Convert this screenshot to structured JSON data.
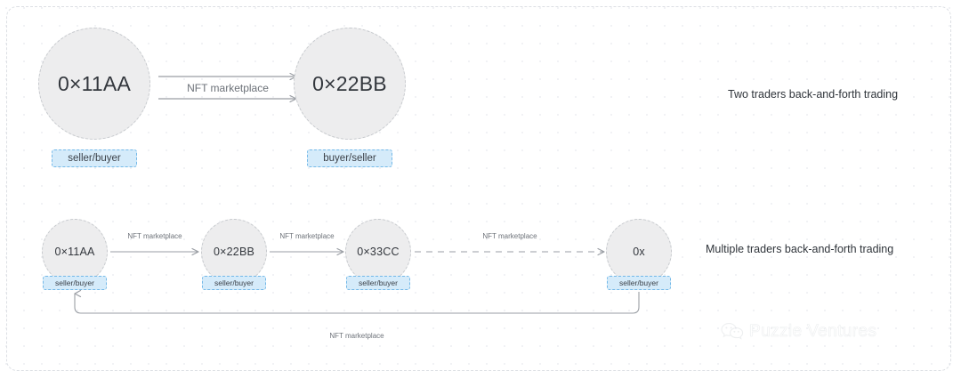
{
  "diagram": {
    "title_top": "Two traders back-and-forth trading",
    "title_bottom": "Multiple traders back-and-forth trading",
    "edge_label": "NFT marketplace",
    "colors": {
      "node_fill": "#ededee",
      "node_border": "#c6c9cd",
      "pill_fill": "#d5ebfa",
      "pill_border": "#74b9e8",
      "edge": "#9a9ea4",
      "frame": "#dcdfe4",
      "text": "#33373d"
    },
    "top_row": {
      "nodes": [
        {
          "label": "0×11AA",
          "role": "seller/buyer"
        },
        {
          "label": "0×22BB",
          "role": "buyer/seller"
        }
      ],
      "edges": [
        {
          "label": "NFT marketplace",
          "direction": "right",
          "style": "solid"
        },
        {
          "label": "",
          "direction": "left",
          "style": "solid"
        }
      ]
    },
    "bottom_row": {
      "nodes": [
        {
          "label": "0×11AA",
          "role": "seller/buyer"
        },
        {
          "label": "0×22BB",
          "role": "seller/buyer"
        },
        {
          "label": "0×33CC",
          "role": "seller/buyer"
        },
        {
          "label": "0x",
          "role": "seller/buyer"
        }
      ],
      "edges": [
        {
          "label": "NFT marketplace",
          "direction": "right",
          "style": "solid"
        },
        {
          "label": "NFT marketplace",
          "direction": "right",
          "style": "solid"
        },
        {
          "label": "NFT marketplace",
          "direction": "right",
          "style": "dashed"
        },
        {
          "label": "NFT marketplace",
          "direction": "left",
          "style": "solid"
        }
      ]
    }
  },
  "watermark": {
    "icon": "wechat-icon",
    "text": "Puzzle Ventures"
  }
}
